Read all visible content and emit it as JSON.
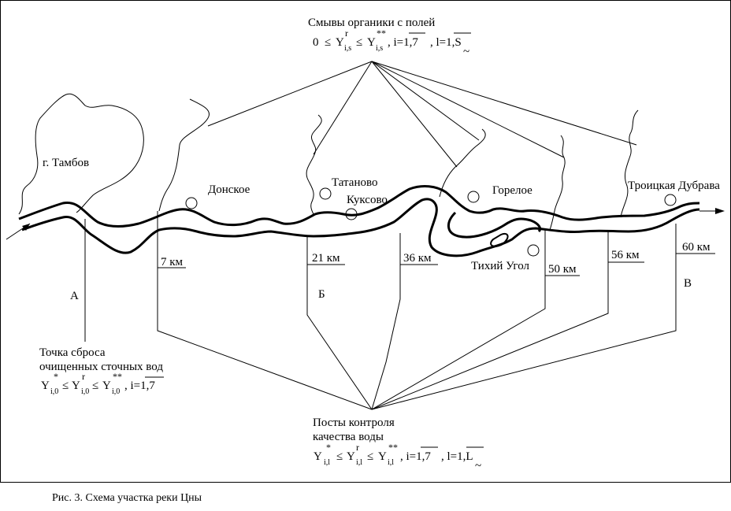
{
  "top_formula": {
    "title": "Смывы органики с полей",
    "lower": "0",
    "leq1": "≤",
    "y1": "Y",
    "y1_sup": "r",
    "y1_sub": "i,s",
    "leq2": "≤",
    "y2": "Y",
    "y2_sup": "**",
    "y2_sub": "i,s",
    "i_range": ",  i=1,7",
    "l_range": ",   l=1,S",
    "l_tilde": "~"
  },
  "towns": {
    "tambov": "г. Тамбов",
    "donskoe": "Донское",
    "tatanovo": "Татаново",
    "kuksovo": "Куксово",
    "goreloe": "Горелое",
    "troitskaya": "Троицкая Дубрава",
    "tikhiy_ugol": "Тихий Угол"
  },
  "distances": {
    "km7": "7 км",
    "km21": "21 км",
    "km36": "36 км",
    "km50": "50 км",
    "km56": "56 км",
    "km60": "60 км"
  },
  "points": {
    "a": "А",
    "b": "Б",
    "v": "В"
  },
  "discharge": {
    "line1": "Точка сброса",
    "line2": "очищенных сточных вод",
    "y1": "Y",
    "y1_sup": "*",
    "y1_sub": "i,0",
    "leq1": "≤",
    "y2": "Y",
    "y2_sup": "r",
    "y2_sub": "i,0",
    "leq2": "≤",
    "y3": "Y",
    "y3_sup": "**",
    "y3_sub": "i,0",
    "i_range": ",  i=1,7"
  },
  "posts": {
    "line1": "Посты контроля",
    "line2": "качества воды",
    "y1": "Y",
    "y1_sup": "*",
    "y1_sub": "i,l",
    "leq1": "≤",
    "y2": "Y",
    "y2_sup": "r",
    "y2_sub": "i,l",
    "leq2": "≤",
    "y3": "Y",
    "y3_sup": "**",
    "y3_sub": "i,l",
    "i_range": ",  i=1,7",
    "l_range": ",   l=1,L",
    "l_tilde": "~"
  },
  "caption": "Рис. 3. Схема участка реки Цны"
}
